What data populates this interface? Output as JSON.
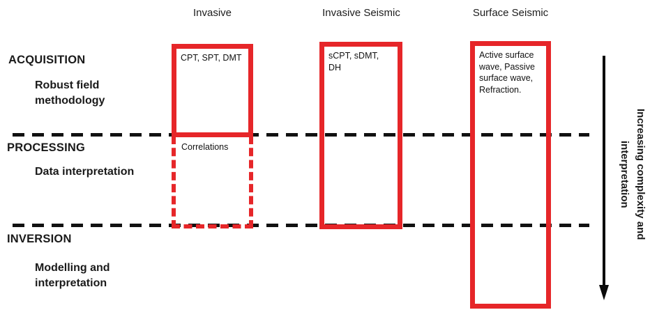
{
  "diagram": {
    "kind": "methodology-comparison-diagram",
    "columns": [
      {
        "header": "Invasive"
      },
      {
        "header": "Invasive Seismic"
      },
      {
        "header": "Surface Seismic"
      }
    ],
    "stages": [
      {
        "name": "ACQUISITION",
        "description": "Robust field methodology"
      },
      {
        "name": "PROCESSING",
        "description": "Data interpretation"
      },
      {
        "name": "INVERSION",
        "description": "Modelling and interpretation"
      }
    ],
    "boxes": [
      {
        "column": "Invasive",
        "style": "solid",
        "content": "CPT, SPT, DMT"
      },
      {
        "column": "Invasive",
        "style": "dashed",
        "content": "Correlations"
      },
      {
        "column": "Invasive Seismic",
        "style": "solid",
        "content": "sCPT, sDMT, DH"
      },
      {
        "column": "Surface Seismic",
        "style": "solid",
        "content": "Active surface wave, Passive surface wave, Refraction."
      }
    ],
    "arrow_label": "Increasing complexity and interpretation",
    "colors": {
      "box_red": "#e62629",
      "line_black": "#0a0a0a",
      "text_black": "#1a1a1a"
    }
  }
}
